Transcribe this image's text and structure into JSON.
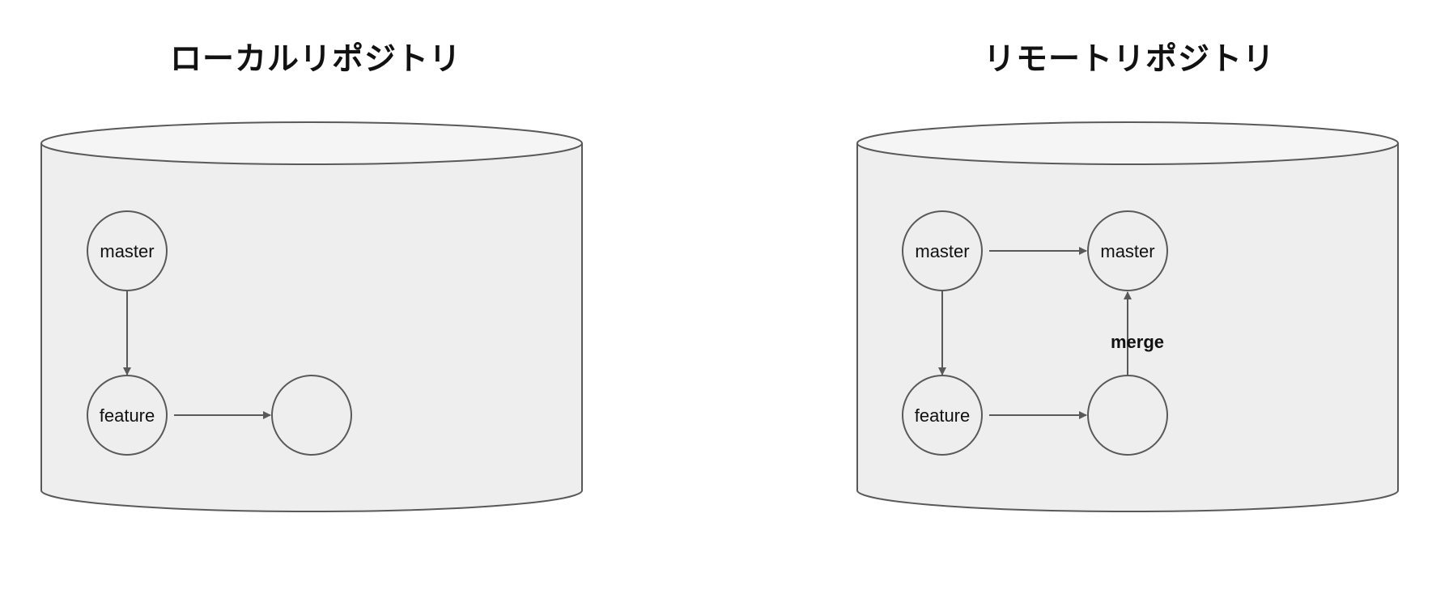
{
  "local": {
    "title": "ローカルリポジトリ",
    "nodes": {
      "master": "master",
      "feature": "feature",
      "empty": ""
    }
  },
  "remote": {
    "title": "リモートリポジトリ",
    "nodes": {
      "master": "master",
      "master_target": "master",
      "feature": "feature",
      "empty": ""
    },
    "merge_label": "merge"
  },
  "colors": {
    "cylinder_fill": "#eeeeee",
    "cylinder_top": "#f5f5f5",
    "stroke": "#595959",
    "text": "#111111"
  }
}
